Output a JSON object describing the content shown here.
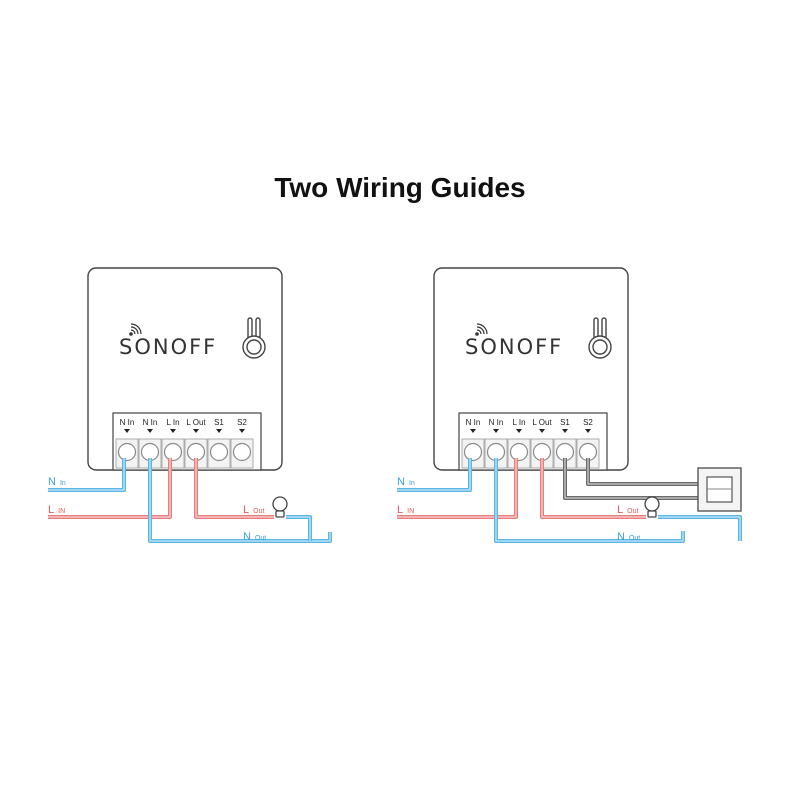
{
  "title": "Two Wiring Guides",
  "brand": "SONOFF",
  "terminals": [
    "N In",
    "N In",
    "L In",
    "L Out",
    "S1",
    "S2"
  ],
  "wire_labels": {
    "n_in": {
      "main": "N",
      "sub": "In"
    },
    "l_in": {
      "main": "L",
      "sub": "IN"
    },
    "l_out": {
      "main": "L",
      "sub": "Out"
    },
    "n_out": {
      "main": "N",
      "sub": "Out"
    }
  },
  "colors": {
    "neutral_wire": "#5bb6e6",
    "live_wire": "#e87d7d",
    "switch_wire": "#6b6b6b"
  },
  "icons": [
    "wifi-icon",
    "antenna-ring-icon",
    "light-bulb-icon",
    "wall-switch-icon",
    "terminal-arrow-icon"
  ]
}
